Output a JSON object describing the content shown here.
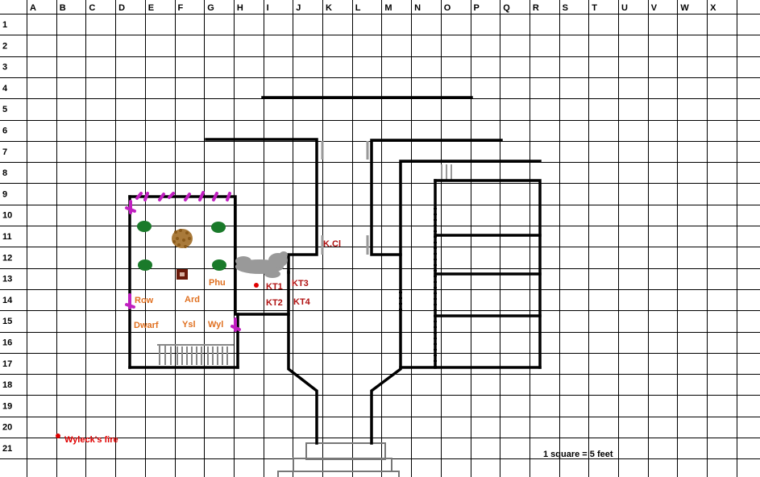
{
  "grid": {
    "columns": [
      "A",
      "B",
      "C",
      "D",
      "E",
      "F",
      "G",
      "H",
      "I",
      "J",
      "K",
      "L",
      "M",
      "N",
      "O",
      "P",
      "Q",
      "R",
      "S",
      "T",
      "U",
      "V",
      "W",
      "X"
    ],
    "rows": [
      "1",
      "2",
      "3",
      "4",
      "5",
      "6",
      "7",
      "8",
      "9",
      "10",
      "11",
      "12",
      "13",
      "14",
      "15",
      "16",
      "17",
      "18",
      "19",
      "20",
      "21"
    ]
  },
  "scale_note": "1 square = 5 feet",
  "labels": {
    "kcl": "K.Cl",
    "kt1": "KT1",
    "kt2": "KT2",
    "kt3": "KT3",
    "kt4": "KT4",
    "phu": "Phu",
    "row": "Row",
    "ard": "Ard",
    "dwarf": "Dwarf",
    "ysl": "Ysl",
    "wyl": "Wyl",
    "fire": "Wyleck's fire"
  },
  "colors": {
    "wall": "#000000",
    "grid": "#000000",
    "door": "#c020c0",
    "bush": "#1a7a2a",
    "rubble": "#999999",
    "dirt": "#8a5a1a",
    "chest": "#6a1a0a",
    "party_label": "#e07020",
    "enemy_label": "#b01010",
    "fire": "#e00000"
  }
}
